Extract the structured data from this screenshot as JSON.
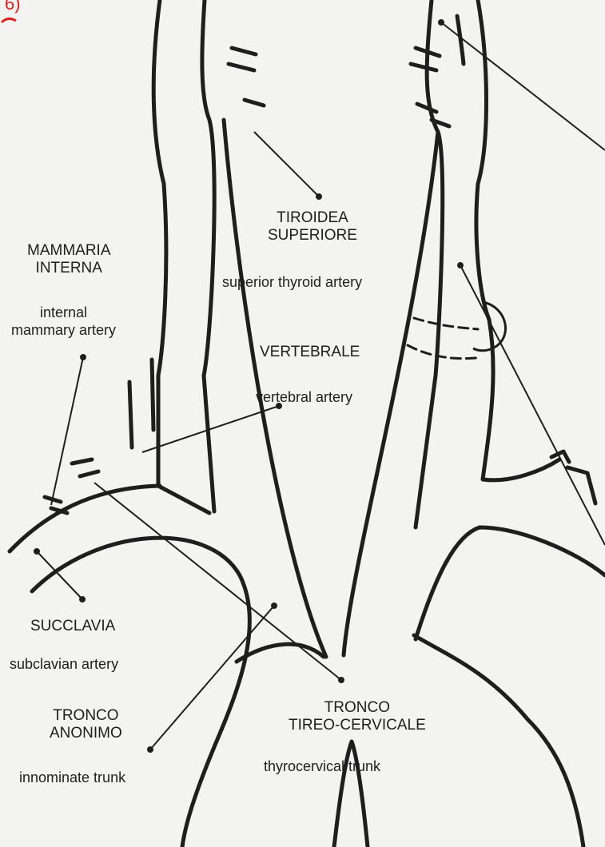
{
  "labels": {
    "tiroidea_1": "TIROIDEA",
    "tiroidea_2": "SUPERIORE",
    "superior_thyroid": "superior thyroid artery",
    "mammaria_1": "MAMMARIA",
    "mammaria_2": "INTERNA",
    "internal_mammary_1": "internal",
    "internal_mammary_2": "mammary artery",
    "vertebrale": "VERTEBRALE",
    "vertebral": "vertebral artery",
    "succlavia": "SUCCLAVIA",
    "subclavian": "subclavian artery",
    "tronco_anonimo_1": "TRONCO",
    "tronco_anonimo_2": "ANONIMO",
    "innominate": "innominate trunk",
    "tronco_tireo_1": "TRONCO",
    "tronco_tireo_2": "TIREO-CERVICALE",
    "thyrocervical": "thyrocervical trunk"
  },
  "colors": {
    "paper": "#f3f3f1",
    "ink": "#1e1e1e",
    "corner_mark": "#e0201c"
  }
}
